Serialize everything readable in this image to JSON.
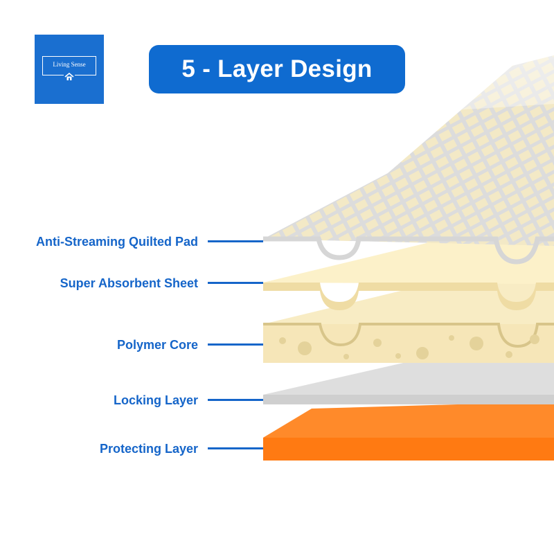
{
  "logo": {
    "text": "Living Sense",
    "icon": "house-icon"
  },
  "title": "5 - Layer Design",
  "layers": [
    {
      "label": "Anti-Streaming Quilted Pad",
      "color": "#e4e4e4"
    },
    {
      "label": "Super Absorbent Sheet",
      "color": "#fbeec2"
    },
    {
      "label": "Polymer Core",
      "color": "#f6e6b8"
    },
    {
      "label": "Locking Layer",
      "color": "#d9d9d9"
    },
    {
      "label": "Protecting Layer",
      "color": "#ff7a12"
    }
  ],
  "colors": {
    "brand_blue": "#1a6fd0",
    "label_blue": "#1565c9"
  }
}
